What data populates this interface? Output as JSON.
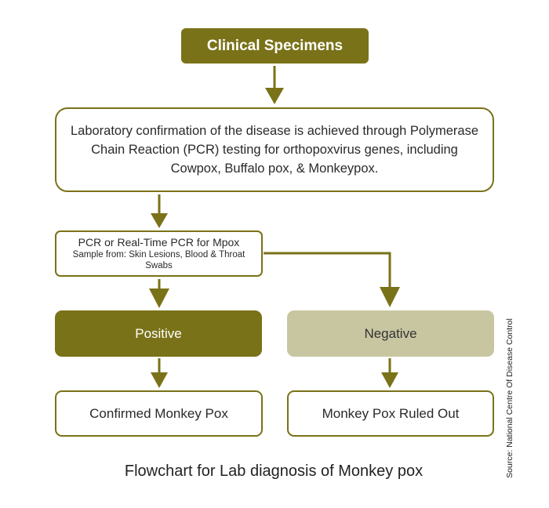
{
  "nodes": {
    "clinical_specimens": "Clinical Specimens",
    "lab_confirmation": "Laboratory confirmation of the disease is achieved through Polymerase Chain Reaction (PCR) testing for orthopoxvirus genes, including Cowpox, Buffalo pox, & Monkeypox.",
    "pcr_test": {
      "title": "PCR or Real-Time PCR for Mpox",
      "subtitle": "Sample from: Skin Lesions, Blood & Throat Swabs"
    },
    "positive": "Positive",
    "negative": "Negative",
    "confirmed": "Confirmed Monkey Pox",
    "ruled_out": "Monkey Pox Ruled Out"
  },
  "caption": "Flowchart for Lab diagnosis of Monkey pox",
  "source": "Source: National Centre Of Disease Control",
  "colors": {
    "olive": "#7a7218",
    "light_olive": "#c8c6a1",
    "text": "#2a2a2a",
    "background": "#ffffff"
  }
}
